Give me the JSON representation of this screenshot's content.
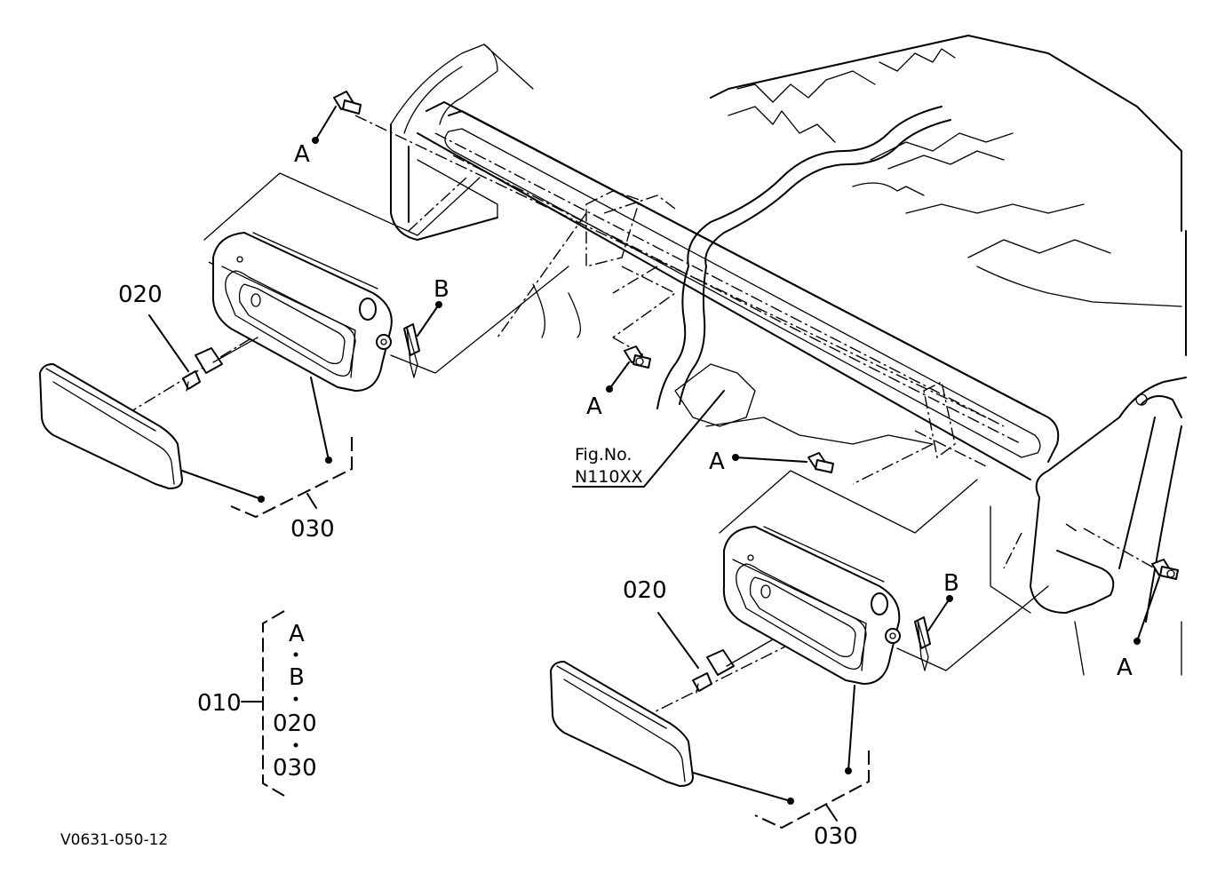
{
  "callouts": {
    "a1": "A",
    "a2": "A",
    "a3": "A",
    "a4": "A",
    "b1": "B",
    "b2": "B",
    "p020_left": "020",
    "p020_right": "020",
    "p030_left": "030",
    "p030_right": "030"
  },
  "fig_ref": {
    "line1": "Fig.No.",
    "line2": "N110XX"
  },
  "kit_legend": {
    "part_no": "010",
    "items": [
      "A",
      "B",
      "020",
      "030"
    ]
  },
  "drawing_code": "V0631-050-12"
}
